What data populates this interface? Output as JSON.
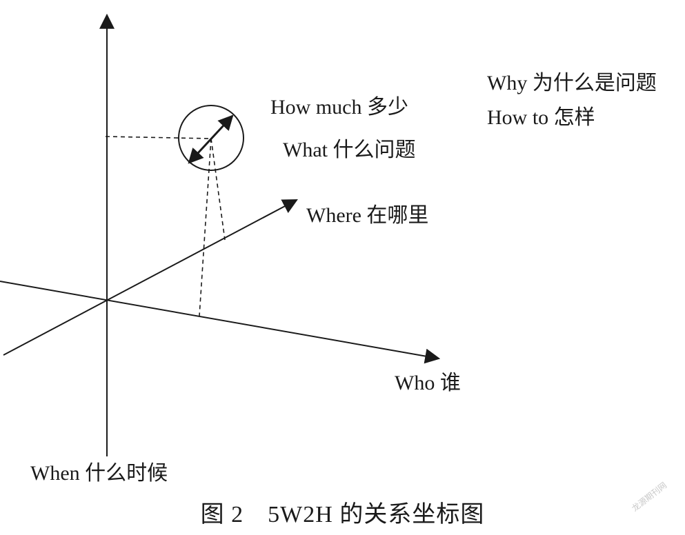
{
  "diagram": {
    "labels": {
      "how_much": "How much 多少",
      "what": "What  什么问题",
      "why": "Why 为什么是问题",
      "how_to": "How  to  怎样",
      "where": "Where 在哪里",
      "who": "Who 谁",
      "when": "When 什么时候"
    },
    "caption": "图 2　5W2H 的关系坐标图"
  },
  "watermark": "龙源期刊网",
  "colors": {
    "ink": "#1a1a1a",
    "background": "#ffffff"
  }
}
